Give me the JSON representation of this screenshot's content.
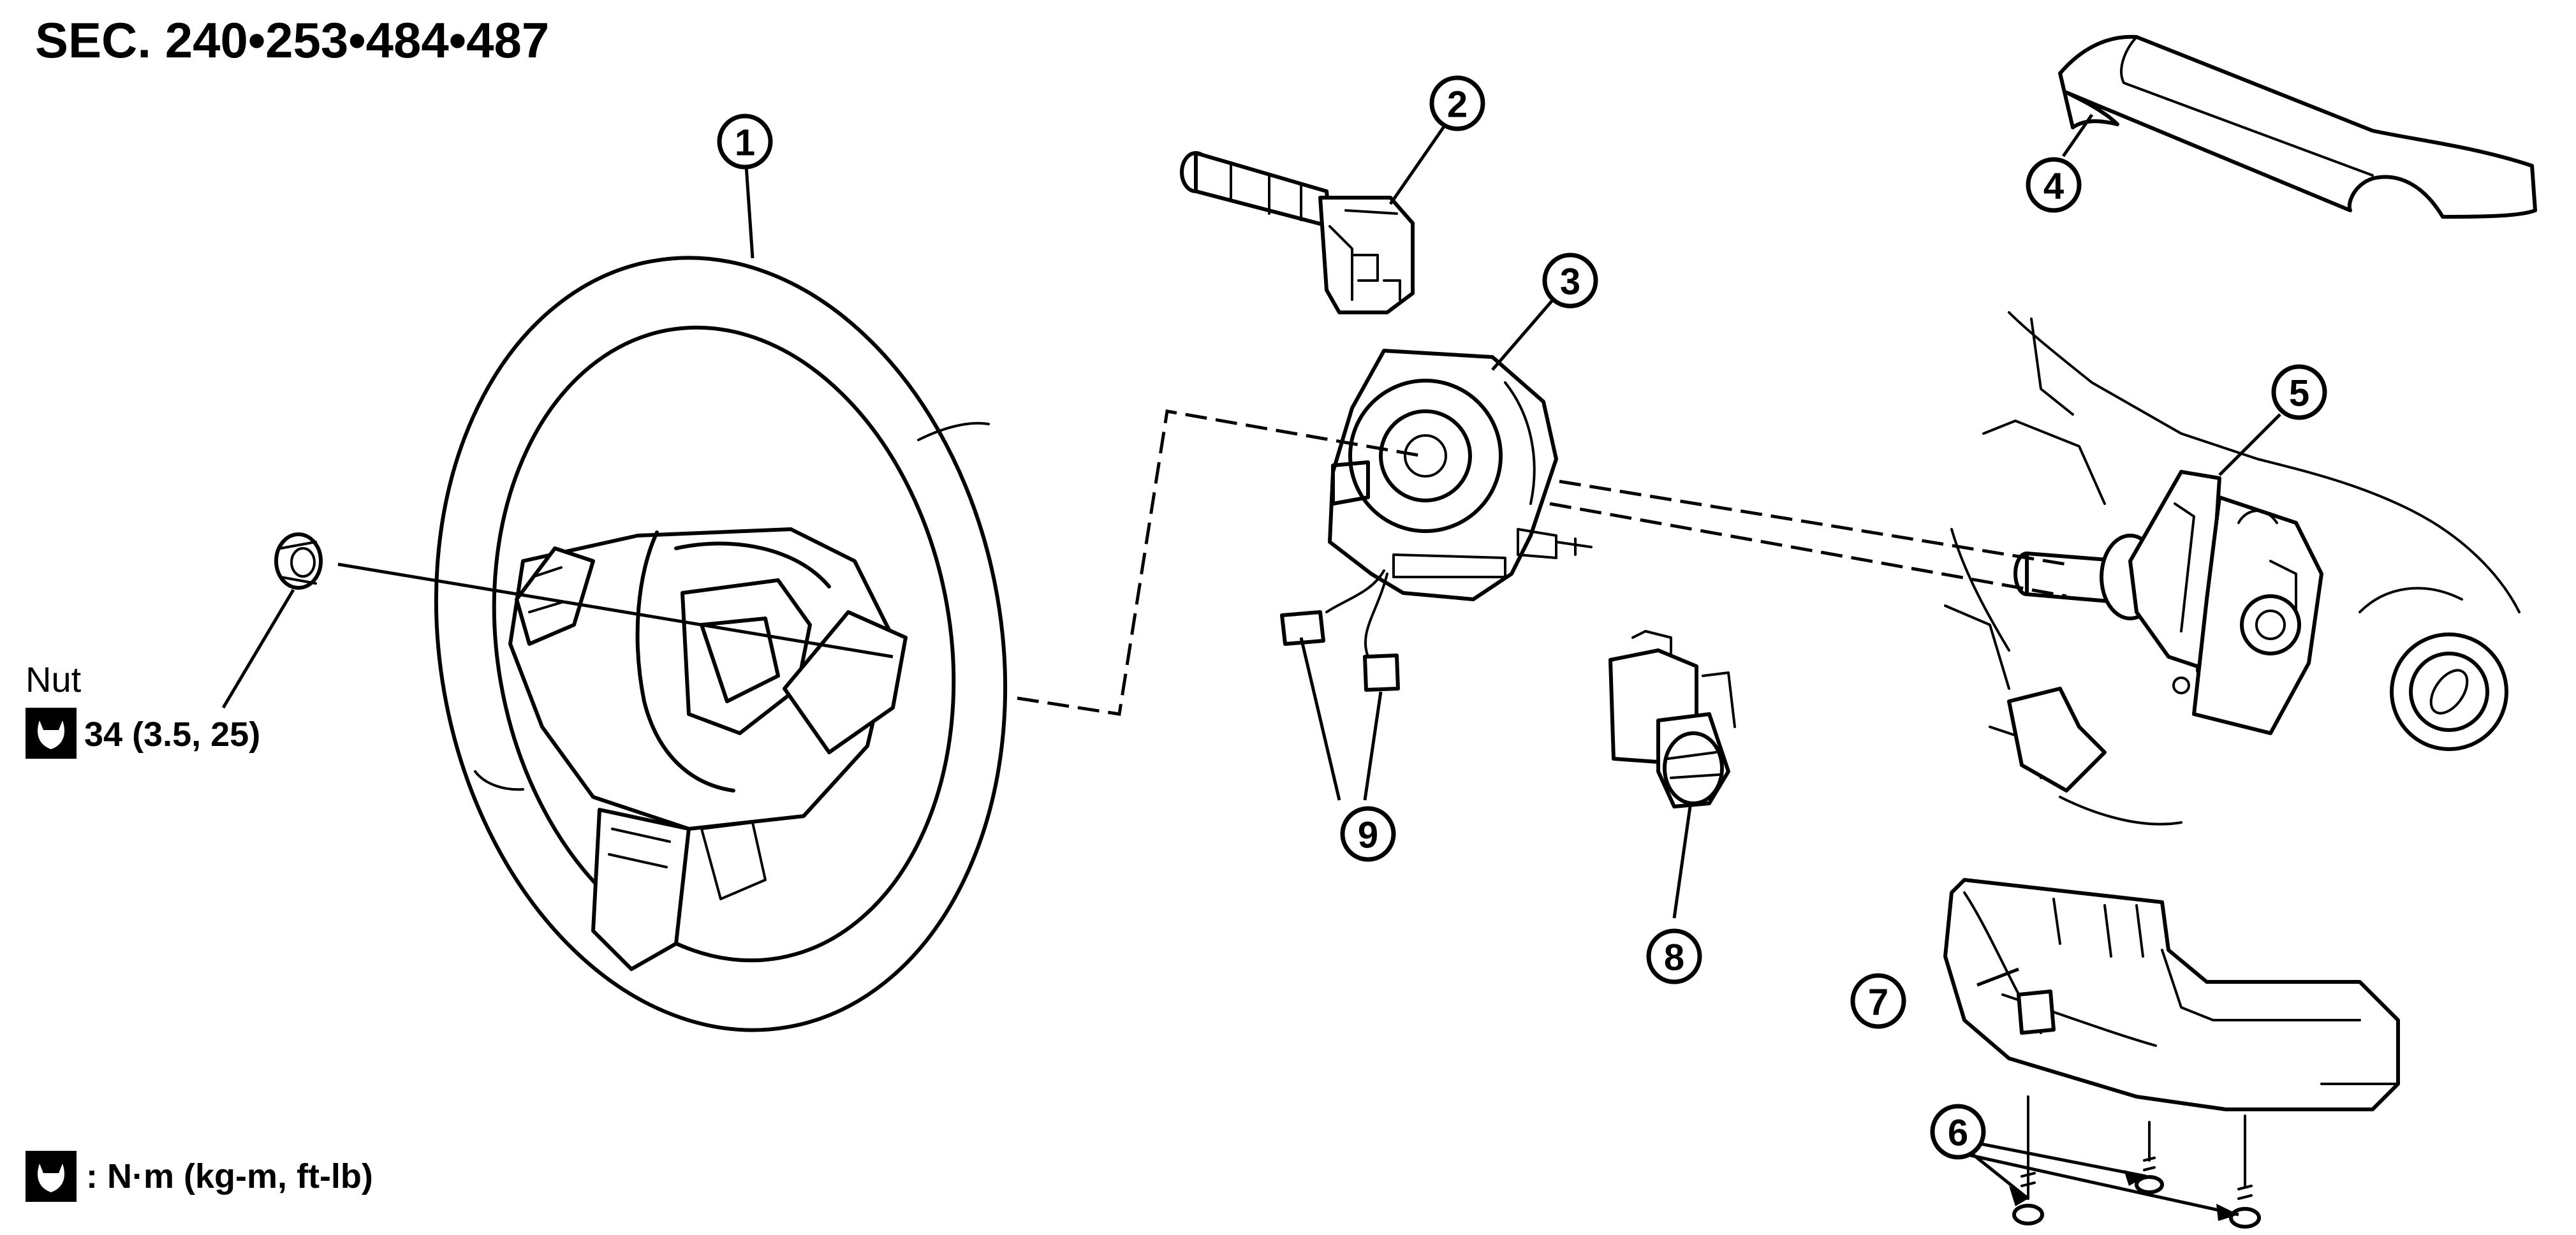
{
  "section": {
    "title": "SEC. 240•253•484•487"
  },
  "nut": {
    "label": "Nut",
    "torque": "34 (3.5, 25)"
  },
  "legend": {
    "text": ": N·m (kg-m, ft-lb)",
    "icon": "torque-wrench-icon"
  },
  "callouts": [
    {
      "num": "1"
    },
    {
      "num": "2"
    },
    {
      "num": "3"
    },
    {
      "num": "4"
    },
    {
      "num": "5"
    },
    {
      "num": "6"
    },
    {
      "num": "7"
    },
    {
      "num": "8"
    },
    {
      "num": "9"
    }
  ],
  "colors": {
    "line": "#000000",
    "background": "#ffffff"
  }
}
